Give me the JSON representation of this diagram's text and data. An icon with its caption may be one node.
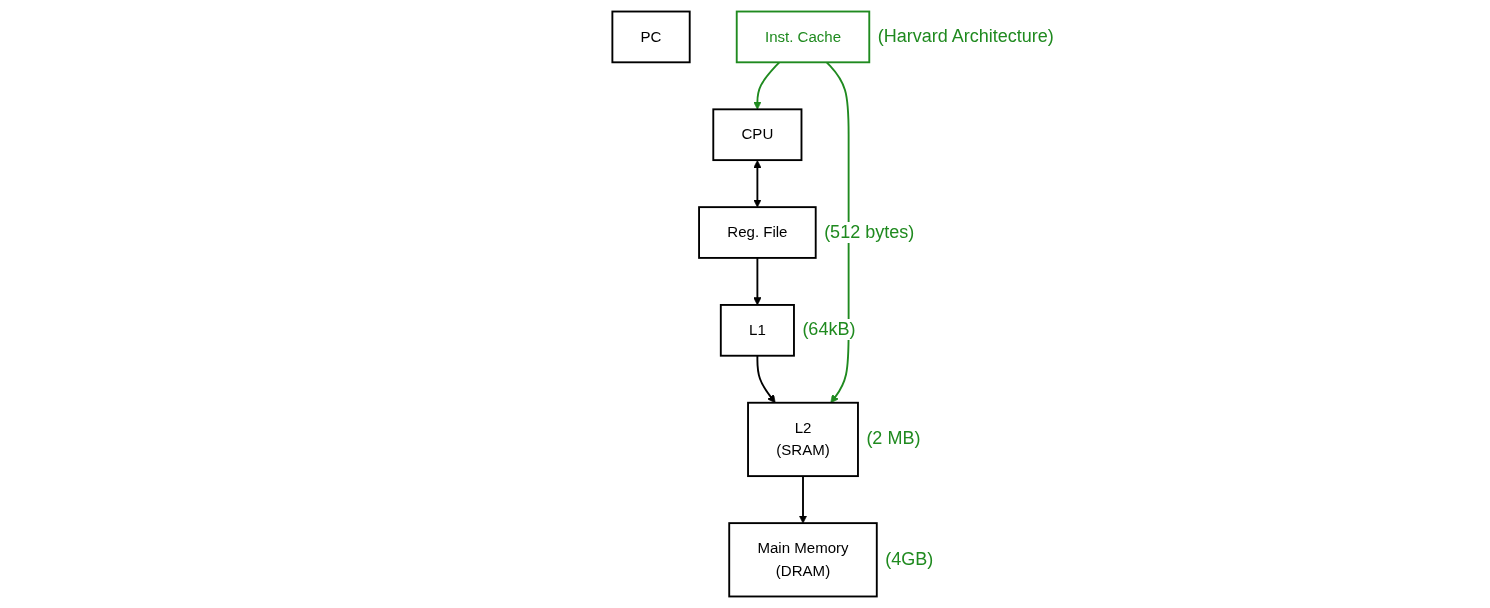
{
  "diagram": {
    "nodes": [
      {
        "text": [
          "CPU"
        ]
      },
      {
        "text": [
          "PC"
        ]
      },
      {
        "text": [
          "Reg. File"
        ],
        "beside": [
          "(512 bytes)"
        ]
      },
      {
        "text": [
          "Inst. Cache"
        ],
        "beside": [
          "(Harvard Architecture)"
        ]
      },
      {
        "text": [
          "L1"
        ],
        "beside": [
          "(64kB)"
        ]
      },
      {
        "text": [
          "L2",
          "(SRAM)"
        ],
        "beside": [
          "(2 MB)"
        ]
      },
      {
        "text": [
          "Main Memory",
          "(DRAM)"
        ],
        "beside": [
          "(4GB)"
        ]
      }
    ],
    "edges": [
      {
        "from": 0,
        "to": 2,
        "arrow": "both"
      },
      {
        "from": 2,
        "to": 4,
        "arrow": "to"
      },
      {
        "from": 4,
        "to": 5,
        "arrow": "to"
      },
      {
        "from": 5,
        "to": 6,
        "arrow": "to"
      },
      {
        "from": 3,
        "to": 0,
        "arrow": "to",
        "color": "#1f8a1f"
      },
      {
        "from": 3,
        "to": 5,
        "arrow": "to",
        "color": "#1f8a1f"
      }
    ]
  }
}
